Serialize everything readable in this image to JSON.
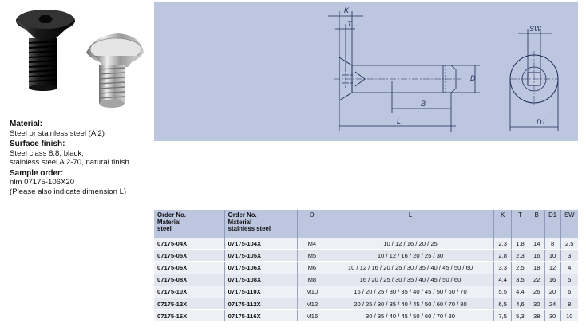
{
  "info": {
    "material_heading": "Material:",
    "material_text": "Steel or stainless steel (A 2)",
    "surface_heading": "Surface finish:",
    "surface_line1": "Steel class 8.8, black;",
    "surface_line2": "stainless steel A 2-70, natural finish",
    "sample_heading": "Sample order:",
    "sample_line1": "nlm 07175-106X20",
    "sample_line2": "(Please also indicate dimension L)"
  },
  "drawing": {
    "labels": {
      "K": "K",
      "T": "T",
      "D": "D",
      "B": "B",
      "L": "L",
      "SW": "SW",
      "D1": "D1"
    }
  },
  "table": {
    "headers": [
      "Order No.\nMaterial\nsteel",
      "Order No.\nMaterial\nstainless steel",
      "D",
      "L",
      "K",
      "T",
      "B",
      "D1",
      "SW"
    ],
    "rows": [
      [
        "07175-04X",
        "07175-104X",
        "M4",
        "10 / 12 / 16 / 20 / 25",
        "2,3",
        "1,8",
        "14",
        "8",
        "2,5"
      ],
      [
        "07175-05X",
        "07175-105X",
        "M5",
        "10 / 12 / 16 / 20 / 25 / 30",
        "2,8",
        "2,3",
        "16",
        "10",
        "3"
      ],
      [
        "07175-06X",
        "07175-106X",
        "M6",
        "10 / 12 / 16 / 20 / 25 / 30 / 35 / 40 / 45 / 50 / 60",
        "3,3",
        "2,5",
        "18",
        "12",
        "4"
      ],
      [
        "07175-08X",
        "07175-108X",
        "M8",
        "16 / 20 / 25 / 30 / 35 / 40 / 45 / 50 / 60",
        "4,4",
        "3,5",
        "22",
        "16",
        "5"
      ],
      [
        "07175-10X",
        "07175-110X",
        "M10",
        "16 / 20 / 25 / 30 / 35 / 40 / 45 / 50 / 60 / 70",
        "5,5",
        "4,4",
        "26",
        "20",
        "6"
      ],
      [
        "07175-12X",
        "07175-112X",
        "M12",
        "20 / 25 / 30 / 35 / 40 / 45 / 50 / 60 / 70 / 80",
        "6,5",
        "4,6",
        "30",
        "24",
        "8"
      ],
      [
        "07175-16X",
        "07175-116X",
        "M16",
        "30 / 35 / 40 / 45 / 50 / 60 / 70 / 80",
        "7,5",
        "5,3",
        "38",
        "30",
        "10"
      ]
    ]
  }
}
